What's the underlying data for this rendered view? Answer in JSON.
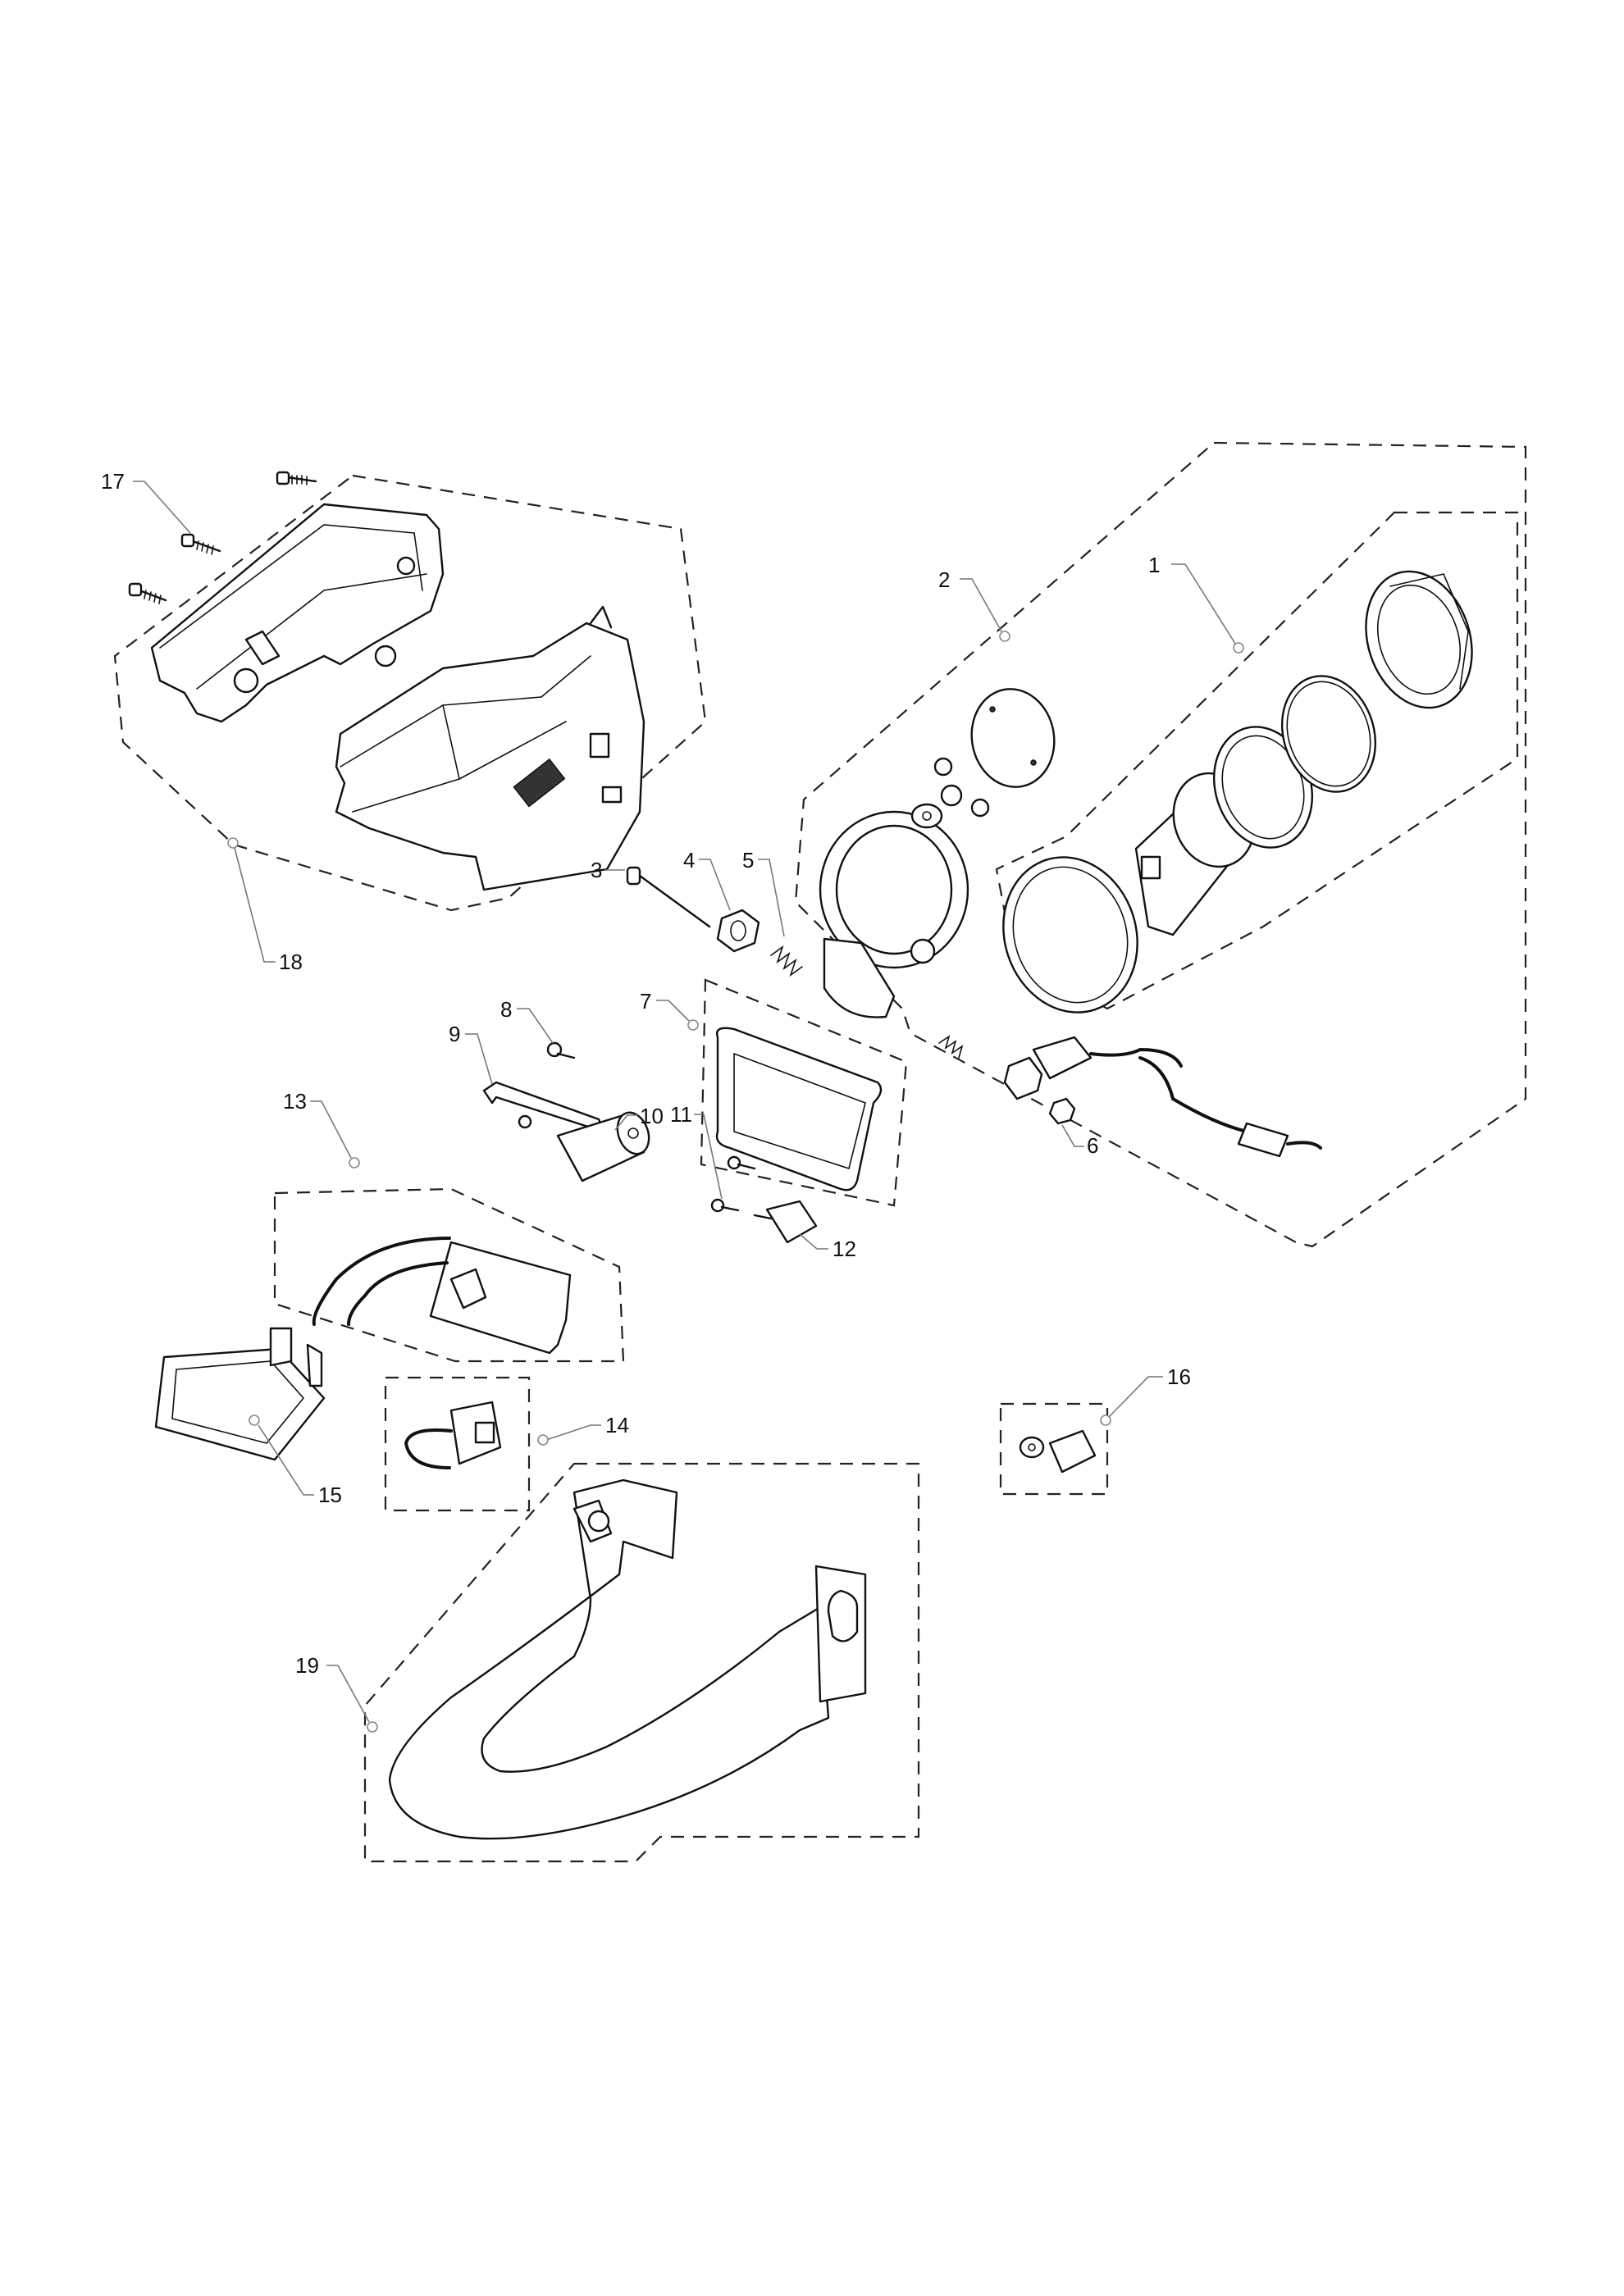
{
  "callouts": [
    {
      "id": "1",
      "label": "1"
    },
    {
      "id": "2",
      "label": "2"
    },
    {
      "id": "3",
      "label": "3"
    },
    {
      "id": "4",
      "label": "4"
    },
    {
      "id": "5",
      "label": "5"
    },
    {
      "id": "6",
      "label": "6"
    },
    {
      "id": "7",
      "label": "7"
    },
    {
      "id": "8",
      "label": "8"
    },
    {
      "id": "9",
      "label": "9"
    },
    {
      "id": "10",
      "label": "10"
    },
    {
      "id": "11",
      "label": "11"
    },
    {
      "id": "12",
      "label": "12"
    },
    {
      "id": "13",
      "label": "13"
    },
    {
      "id": "14",
      "label": "14"
    },
    {
      "id": "15",
      "label": "15"
    },
    {
      "id": "16",
      "label": "16"
    },
    {
      "id": "17",
      "label": "17"
    },
    {
      "id": "18",
      "label": "18"
    },
    {
      "id": "19",
      "label": "19"
    }
  ],
  "colors": {
    "line": "#111111",
    "leader": "#777777",
    "background": "#ffffff"
  }
}
